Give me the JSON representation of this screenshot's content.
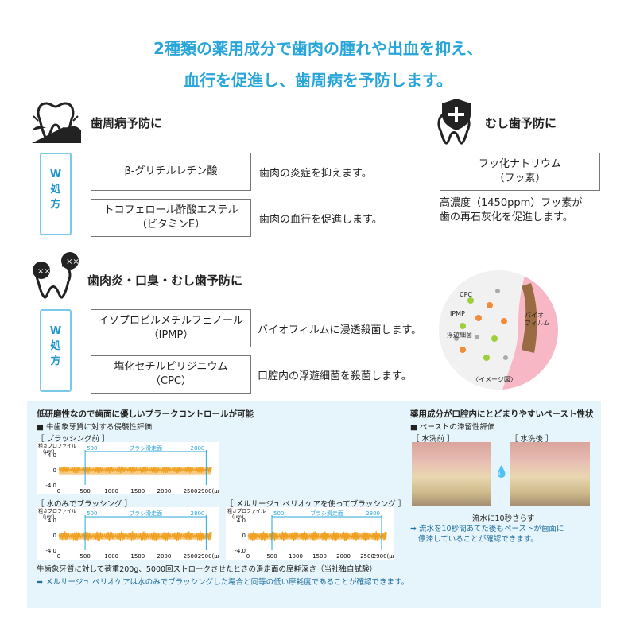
{
  "headline": {
    "line1": "2種類の薬用成分で歯肉の腫れや出血を抑え、",
    "line2": "血行を促進し、歯周病を予防します。"
  },
  "sections": {
    "perio": {
      "title": "歯周病予防に",
      "w_label": [
        "W",
        "処",
        "方"
      ],
      "items": [
        {
          "name_lines": [
            "β-グリチルレチン酸"
          ],
          "desc": "歯肉の炎症を抑えます。"
        },
        {
          "name_lines": [
            "トコフェロール酢酸エステル",
            "（ビタミンE）"
          ],
          "desc": "歯肉の血行を促進します。"
        }
      ]
    },
    "cavity": {
      "title": "むし歯予防に",
      "ingredient_lines": [
        "フッ化ナトリウム",
        "（フッ素）"
      ],
      "desc_lines": [
        "高濃度（1450ppm）フッ素が",
        "歯の再石灰化を促進します。"
      ]
    },
    "gum": {
      "title": "歯肉炎・口臭・むし歯予防に",
      "w_label": [
        "W",
        "処",
        "方"
      ],
      "items": [
        {
          "name_lines": [
            "イソプロピルメチルフェノール",
            "（IPMP）"
          ],
          "desc": "バイオフィルムに浸透殺菌します。"
        },
        {
          "name_lines": [
            "塩化セチルピリジニウム",
            "（CPC）"
          ],
          "desc": "口腔内の浮遊細菌を殺菌します。"
        }
      ]
    }
  },
  "diagram": {
    "cpc": "CPC",
    "ipmp": "IPMP",
    "floating": "浮遊細菌",
    "biofilm": "バイオ\nフィルム",
    "caption": "〈イメージ図〉"
  },
  "lower_left": {
    "title": "低研磨性なので歯面に優しいプラークコントロールが可能",
    "subtitle": "■ 牛歯象牙質に対する侵襲性評価",
    "charts": [
      {
        "label": "［ ブラッシング前 ］"
      },
      {
        "label": "［ 水のみでブラッシング ］"
      },
      {
        "label": "［ メルサージュ ペリオケアを使ってブラッシング ］"
      }
    ],
    "chart_axis": {
      "ylabel": "粗さプロファイル",
      "yunit": "(μm)",
      "yticks": [
        "4.0",
        "0",
        "-4.0"
      ],
      "xticks": [
        "0",
        "500",
        "1000",
        "1500",
        "2000",
        "2500",
        "2900(μm)"
      ],
      "range_start": "500",
      "range_end": "2800",
      "range_label": "ブラシ滑走面"
    },
    "note": "牛歯象牙質に対して荷重200g、5000回ストロークさせたときの滑走面の摩耗深さ（当社独自試験）",
    "conclusion": "➡ メルサージュ ペリオケアは水のみでブラッシングした場合と同等の低い摩耗度であることが確認できます。"
  },
  "lower_right": {
    "title": "薬用成分が口腔内にとどまりやすいペースト性状",
    "subtitle": "■ ペーストの滞留性評価",
    "before": "［ 水洗前 ］",
    "after": "［ 水洗後 ］",
    "flow": "流水に10秒さらす",
    "conclusion_lines": [
      "➡ 流水を10秒間あてた後もペーストが歯面に",
      "停滞していることが確認できます。"
    ]
  },
  "colors": {
    "accent": "#29a6d9",
    "chart": "#f0a020"
  }
}
